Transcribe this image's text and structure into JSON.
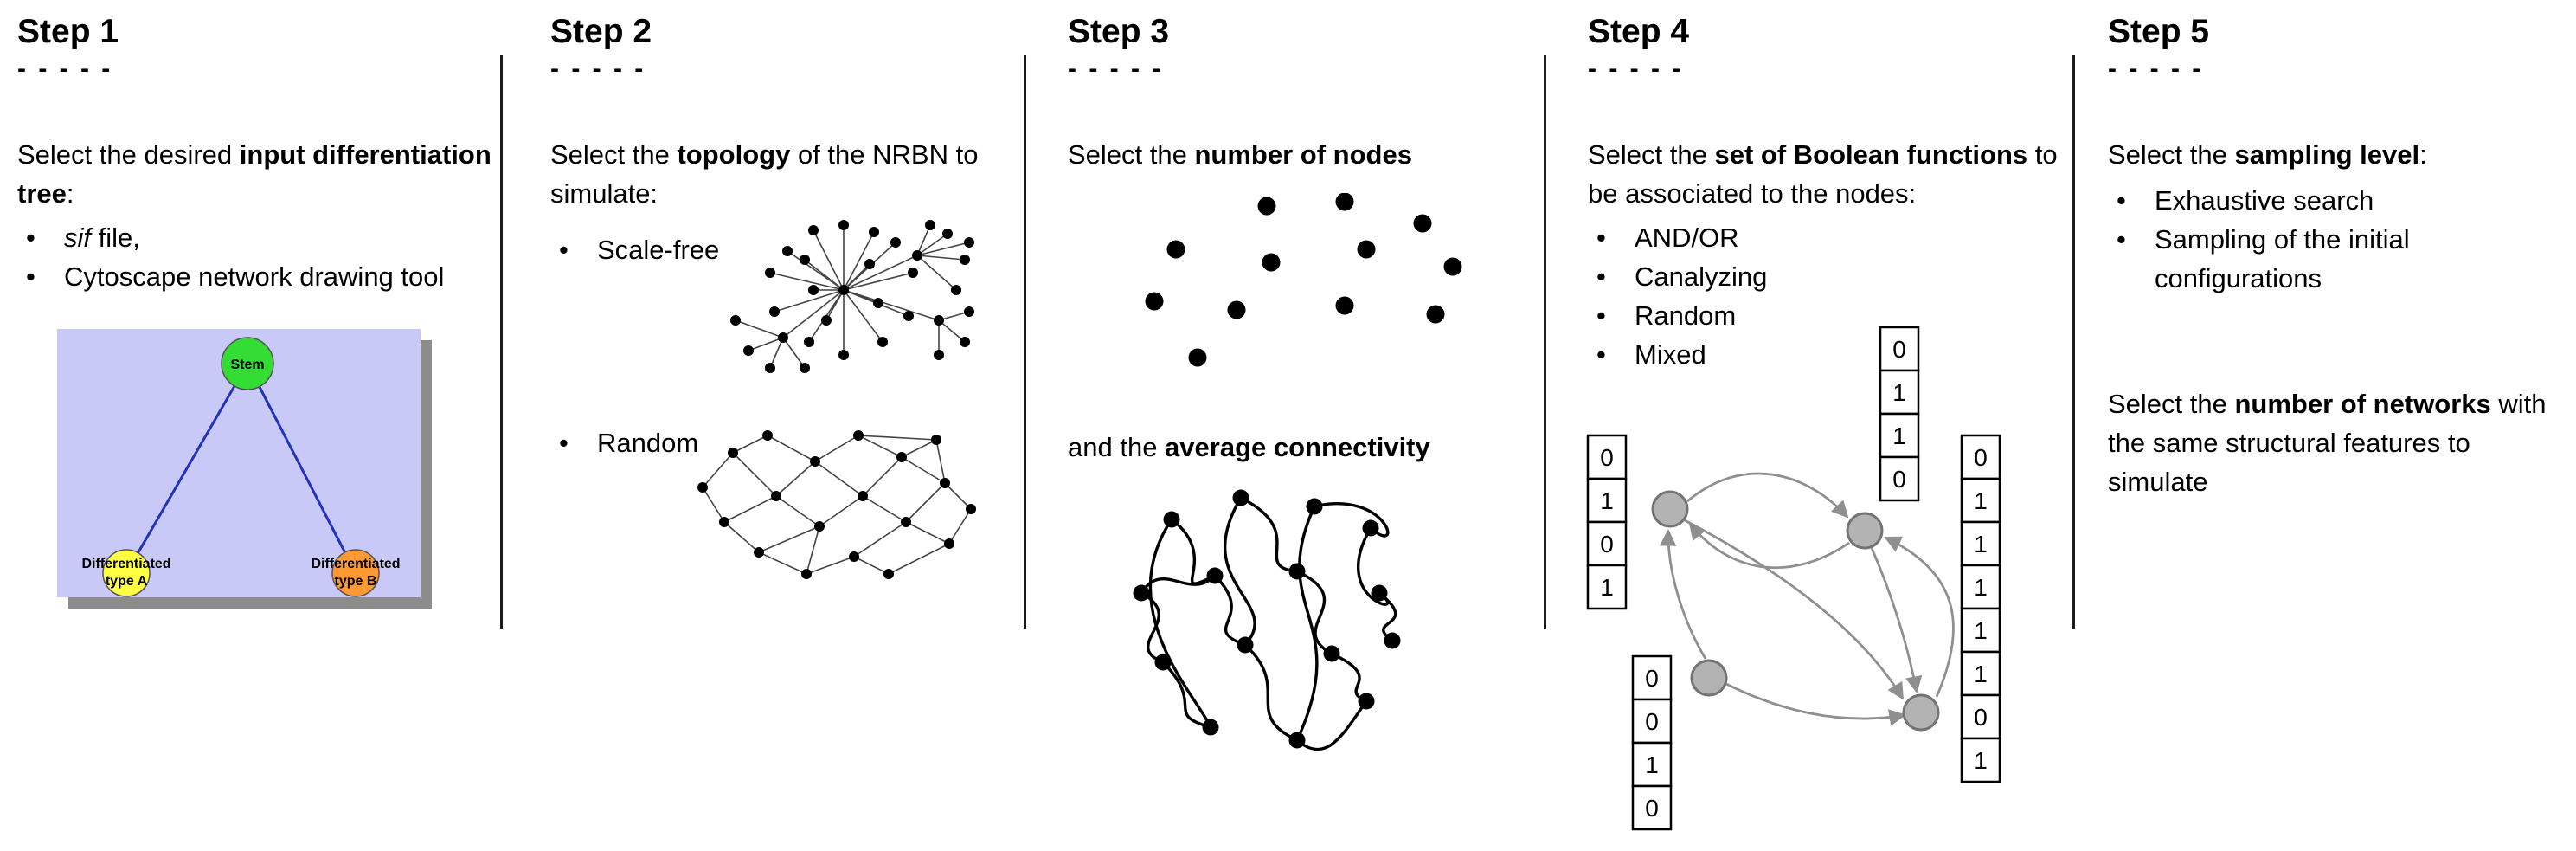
{
  "steps": [
    {
      "title": "Step 1",
      "dashes": "- - - - -",
      "intro_pre": "Select the desired ",
      "intro_bold": "input differentiation tree",
      "intro_post": ":",
      "bullet1_italic": "sif",
      "bullet1_text": " file,",
      "bullet2_text": "Cytoscape network drawing tool",
      "tree": {
        "stem_label": "Stem",
        "left_label_line1": "Differentiated",
        "left_label_line2": "type A",
        "right_label_line1": "Differentiated",
        "right_label_line2": "type B",
        "colors": {
          "background": "#c9c9f8",
          "stem": "#33dd33",
          "type_a": "#ffff44",
          "type_b": "#ff9933",
          "edge": "#2233bb"
        }
      }
    },
    {
      "title": "Step 2",
      "dashes": "- - - - -",
      "intro_pre": "Select the ",
      "intro_bold": "topology",
      "intro_post": " of the NRBN to simulate:",
      "bullets": [
        "Scale-free",
        "Random"
      ]
    },
    {
      "title": "Step 3",
      "dashes": "- - - - -",
      "line1_pre": "Select the ",
      "line1_bold": "number of nodes",
      "line2_pre": "and the ",
      "line2_bold": "average connectivity"
    },
    {
      "title": "Step 4",
      "dashes": "- - - - -",
      "intro_pre": "Select the ",
      "intro_bold": "set of Boolean functions",
      "intro_post": " to be associated to the nodes:",
      "bullets": [
        "AND/OR",
        "Canalyzing",
        "Random",
        "Mixed"
      ],
      "figure": {
        "node_color": "#b3b3b3"
      },
      "truth_tables": {
        "left": [
          "0",
          "1",
          "0",
          "1"
        ],
        "top": [
          "0",
          "1",
          "1",
          "0"
        ],
        "bottom_left": [
          "0",
          "0",
          "1",
          "0"
        ],
        "right": [
          "0",
          "1",
          "1",
          "1",
          "1",
          "1",
          "0",
          "1"
        ]
      }
    },
    {
      "title": "Step 5",
      "dashes": "- - - - -",
      "intro_pre": "Select the ",
      "intro_bold": "sampling level",
      "intro_post": ":",
      "bullets": [
        "Exhaustive search",
        "Sampling of the initial configurations"
      ],
      "para2_pre": "Select the ",
      "para2_bold": "number of networks",
      "para2_post": " with the same structural features to simulate"
    }
  ]
}
